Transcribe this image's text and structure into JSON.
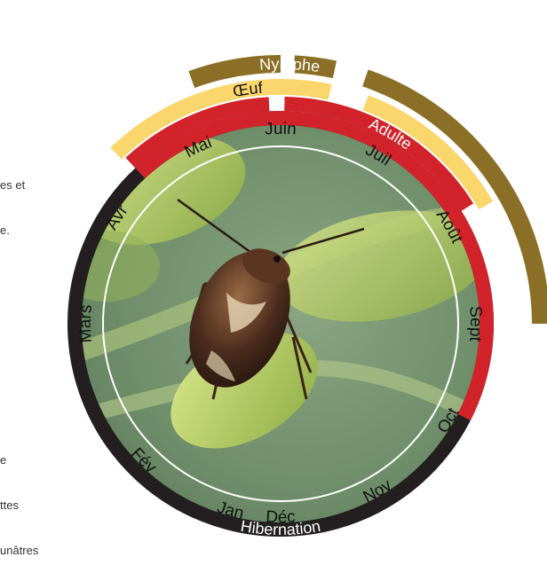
{
  "side_text": {
    "upper": [
      "es et",
      "e."
    ],
    "lower": [
      "e",
      "ttes",
      "unâtres"
    ]
  },
  "months": [
    "Jan",
    "Fév",
    "Mars",
    "Avr",
    "Mai",
    "Juin",
    "Juil",
    "Août",
    "Sept",
    "Oct",
    "Nov",
    "Déc"
  ],
  "stages": {
    "hibernation": "Hibernation",
    "adulte": "Adulte",
    "oeuf": "Œuf",
    "nymphe": "Nymphe"
  },
  "colors": {
    "black_ring": "#231f20",
    "red": "#d2232a",
    "yellow": "#fbd66c",
    "olive": "#8b6f26",
    "photo_bg": "#7e9a75"
  },
  "image": {
    "subject": "insect-on-plant-photo"
  }
}
